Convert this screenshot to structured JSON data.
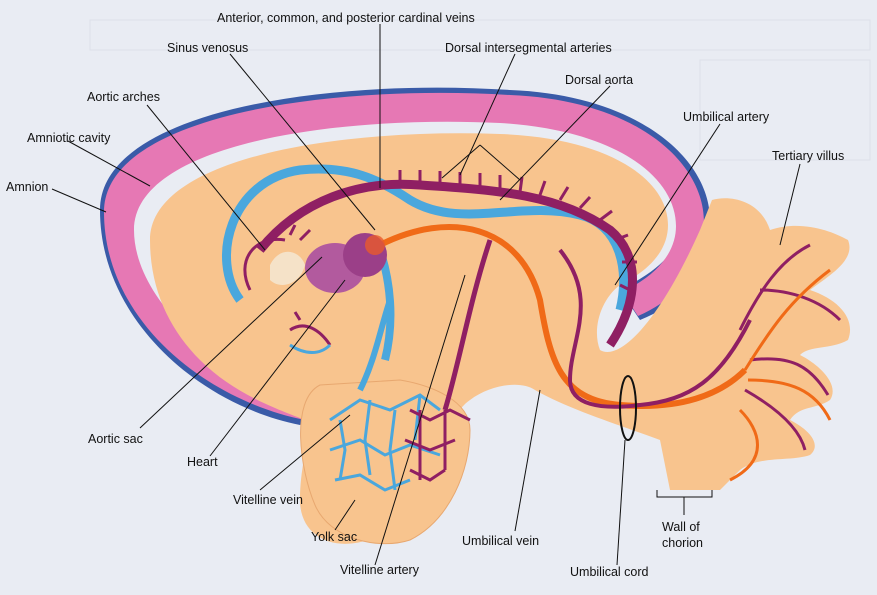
{
  "labels": {
    "cardinal_veins": "Anterior, common, and posterior cardinal veins",
    "dorsal_intersegmental": "Dorsal intersegmental arteries",
    "sinus_venosus": "Sinus venosus",
    "dorsal_aorta": "Dorsal aorta",
    "aortic_arches": "Aortic arches",
    "umbilical_artery": "Umbilical artery",
    "amniotic_cavity": "Amniotic cavity",
    "tertiary_villus": "Tertiary villus",
    "amnion": "Amnion",
    "aortic_sac": "Aortic sac",
    "heart": "Heart",
    "vitelline_vein": "Vitelline vein",
    "yolk_sac": "Yolk sac",
    "umbilical_vein": "Umbilical vein",
    "wall_of_chorion_1": "Wall of",
    "wall_of_chorion_2": "chorion",
    "vitelline_artery": "Vitelline artery",
    "umbilical_cord": "Umbilical cord"
  },
  "colors": {
    "background": "#e9ecf3",
    "amnion_outline": "#3a5ba8",
    "amniotic_cavity": "#e678b4",
    "embryo_tissue": "#f8c48e",
    "vein_blue": "#4aa7dd",
    "artery_purple": "#8f1f63",
    "umbilical_vein_orange": "#f06a17",
    "heart": "#b25a9e"
  }
}
